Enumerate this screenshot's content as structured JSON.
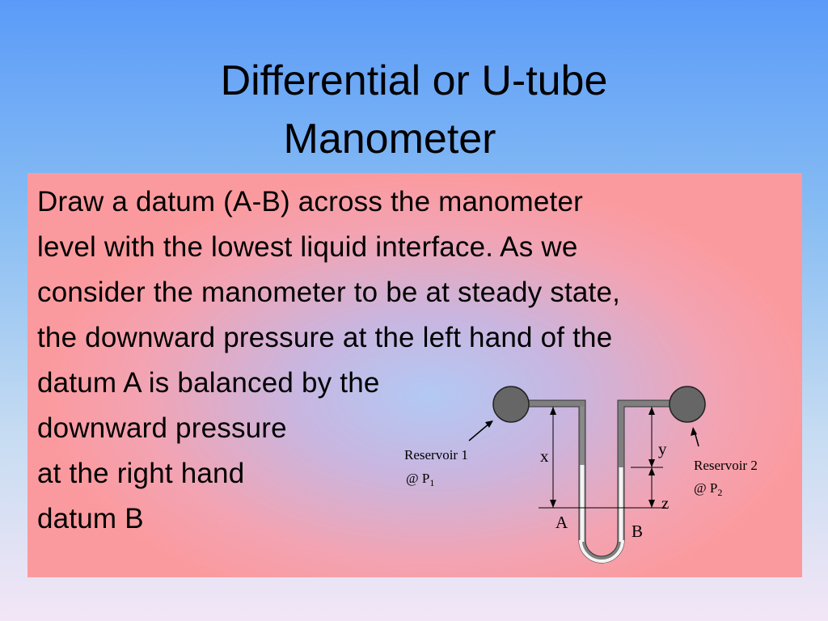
{
  "slide": {
    "title_line1": "Differential or U-tube",
    "title_line2": "Manometer",
    "body_lines": [
      "Draw a datum (A-B) across the manometer",
      "level with the lowest liquid interface. As we",
      "consider the manometer to be at steady state,",
      "the downward pressure at the left hand of the",
      "datum A is balanced by the",
      "downward pressure",
      "at the right hand",
      "datum B"
    ]
  },
  "diagram": {
    "reservoir1_label": "Reservoir 1",
    "reservoir1_pressure": "@ P",
    "reservoir1_sub": "1",
    "reservoir2_label": "Reservoir 2",
    "reservoir2_pressure": "@ P",
    "reservoir2_sub": "2",
    "label_x": "x",
    "label_y": "y",
    "label_z": "z",
    "label_a": "A",
    "label_b": "B"
  },
  "colors": {
    "reservoir_fill": "#666666",
    "tube_fill": "#7f7f7f",
    "panel_edge": "#fb9a9e"
  }
}
